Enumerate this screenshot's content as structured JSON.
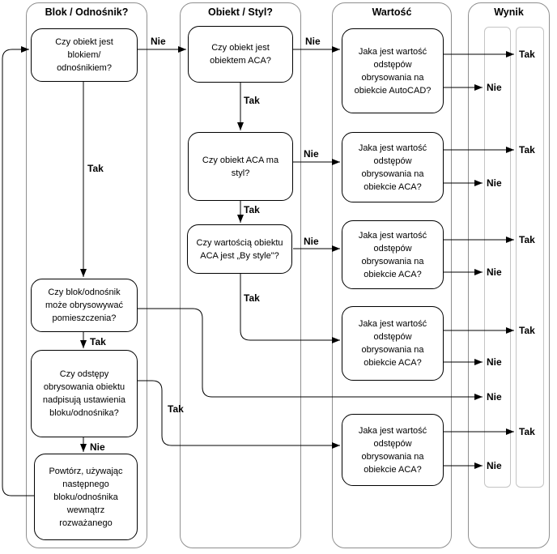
{
  "diagram": {
    "title_lanes": {
      "blok": {
        "title": "Blok / Odnośnik?"
      },
      "obiekt": {
        "title": "Obiekt / Styl?"
      },
      "wartosc": {
        "title": "Wartość"
      },
      "wynik": {
        "title": "Wynik"
      }
    },
    "nodes": {
      "q_blok": "Czy obiekt jest\nblokiem/\nodnośnikiem?",
      "q_obrys": "Czy blok/odnośnik\nmoże obrysowywać\npomieszczenia?",
      "q_nadpis": "Czy odstępy\nobrysowania obiektu\nnadpisują ustawienia\nbloku/odnośnika?",
      "powtorz": "Powtórz, używając\nnastępnego\nbloku/odnośnika\nwewnątrz\nrozważanego",
      "q_aca": "Czy obiekt jest\nobiektem ACA?",
      "q_styl": "Czy obiekt ACA ma\nstyl?",
      "q_bystyle": "Czy wartością obiektu\nACA jest „By style\"?",
      "v_autocad": "Jaka jest wartość\nodstępów\nobrysowania na\nobiekcie AutoCAD?",
      "v_aca": "Jaka jest wartość\nodstępów\nobrysowania na\nobiekcie ACA?"
    },
    "labels": {
      "tak": "Tak",
      "nie": "Nie"
    },
    "colors": {
      "line": "#000000",
      "lane_border": "#8f8f8f",
      "result_track_border": "#c4c4c4",
      "node_border": "#000000",
      "background": "#ffffff"
    }
  }
}
